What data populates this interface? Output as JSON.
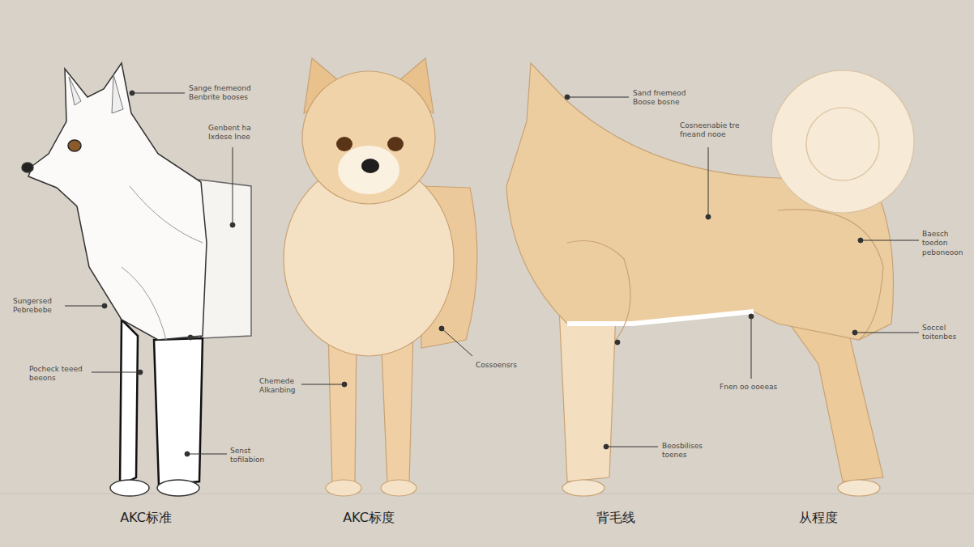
{
  "diagram": {
    "labels": [
      "Sange fnemeond Benbrite booses",
      "Genbent ha Ixdese Inee",
      "Sungersed Pebrebebe",
      "Pocheck teeed beeons",
      "Senst tofilabion",
      "Chemede Alkanbing",
      "Cossoensrs",
      "Sand fnemeod Boose bosne",
      "Cosneenabie tre fneand nooe",
      "Fnen oo ooeeas",
      "Beosbilises toenes",
      "Baesch toedon peboneoon",
      "Soccel toitenbes",
      "AKC标准",
      "AKC标度",
      "背毛线",
      "从程度"
    ]
  }
}
